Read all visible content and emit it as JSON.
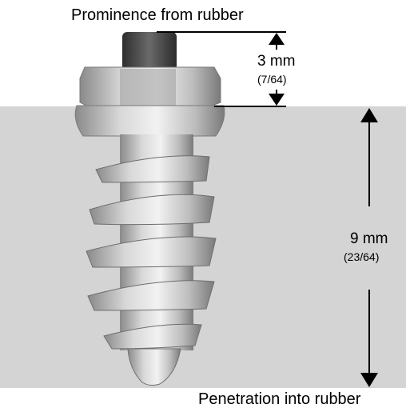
{
  "labels": {
    "top": "Prominence from rubber",
    "bottom": "Penetration into rubber"
  },
  "measurements": [
    {
      "id": "prominence",
      "metric": "3 mm",
      "imperial": "(7/64)"
    },
    {
      "id": "penetration",
      "metric": "9 mm",
      "imperial": "(23/64)"
    }
  ],
  "colors": {
    "rubber": "#d4d4d4",
    "metal": "#b9b9b9",
    "pin": "#4a4a4a",
    "arrow": "#000000"
  }
}
